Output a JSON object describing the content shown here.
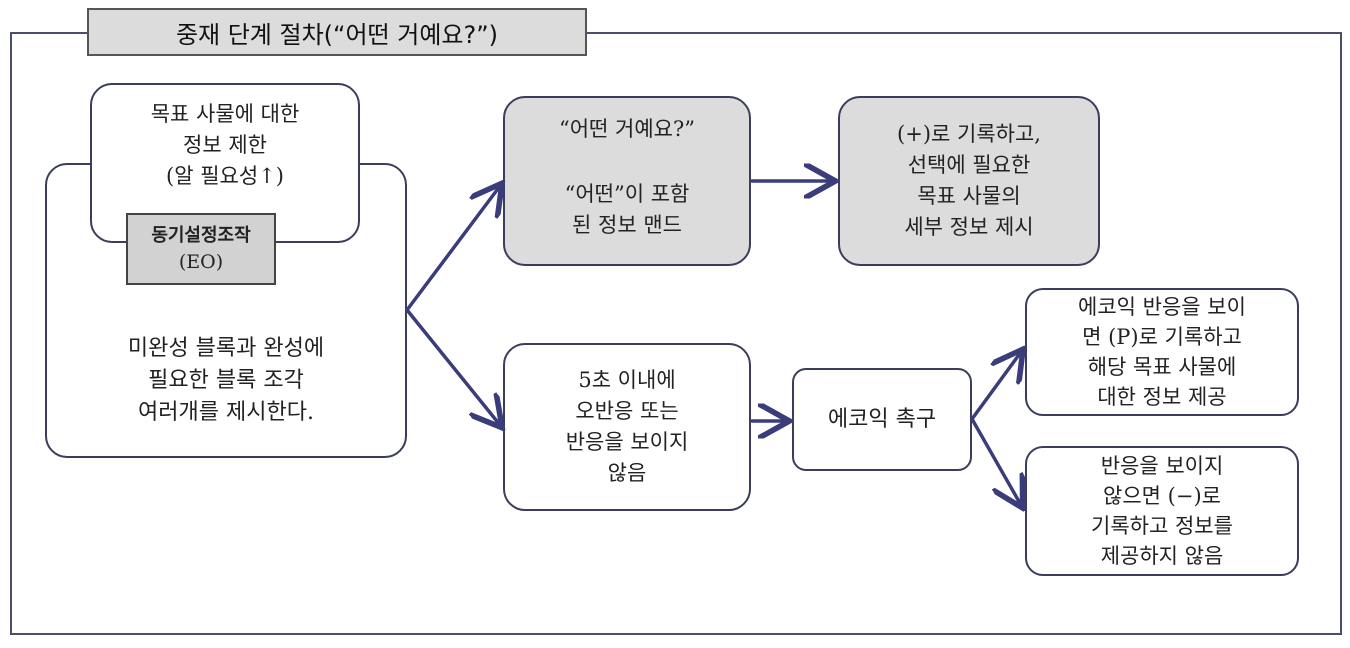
{
  "title": "중재 단계 절차(“어떤 거예요?”)",
  "left_panel": {
    "info_box": [
      "목표 사물에 대한",
      "정보 제한",
      "(알 필요성↑)"
    ],
    "eo_box": [
      "동기설정조작",
      "(EO)"
    ],
    "main_text": [
      "미완성 블록과 완성에",
      "필요한 블록 조각",
      "여러개를 제시한다."
    ]
  },
  "question_box": [
    "“어떤 거예요?”",
    "“어떤”이 포함",
    "된 정보 맨드"
  ],
  "plus_box": [
    "(+)로 기록하고,",
    "선택에 필요한",
    "목표 사물의",
    "세부 정보 제시"
  ],
  "no_response_box": [
    "5초 이내에",
    "오반응 또는",
    "반응을 보이지",
    "않음"
  ],
  "echo_prompt_box": "에코익 촉구",
  "p_box": [
    "에코익 반응을 보이",
    "면 (P)로 기록하고",
    "해당 목표 사물에",
    "대한 정보 제공"
  ],
  "minus_box": [
    "반응을 보이지",
    "않으면 (−)로",
    "기록하고 정보를",
    "제공하지 않음"
  ],
  "colors": {
    "border": "#3a3d5c",
    "arrow": "#3b3d7a",
    "gray_fill": "#dcdcdc"
  }
}
